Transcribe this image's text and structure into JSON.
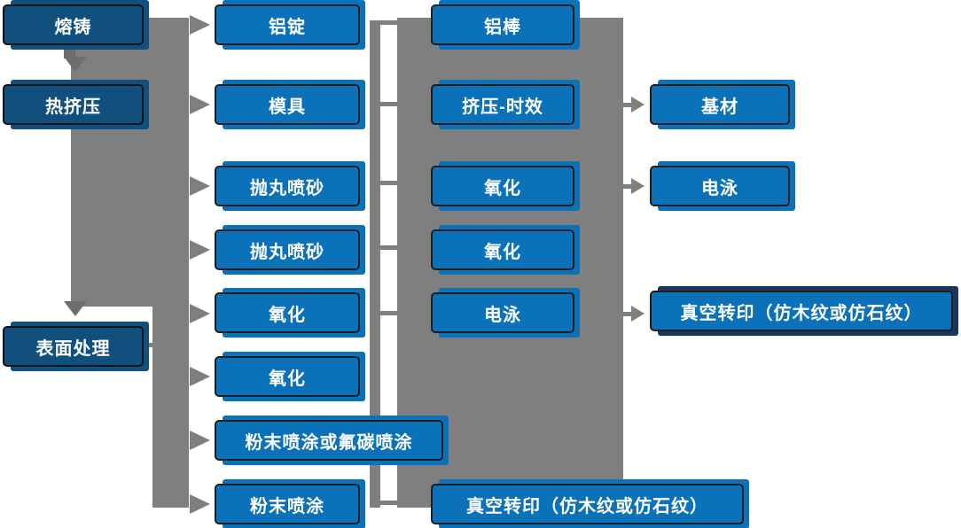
{
  "colors": {
    "box_light_blue": "#0b72b9",
    "box_dark_blue": "#11507e",
    "navy_shadow": "#17375d",
    "connector_gray": "#7f7f7f",
    "box_border": "#1e1e1e",
    "box_text": "#ffffff",
    "background": "#ffffff"
  },
  "nodes": {
    "melting_casting": {
      "label": "熔铸"
    },
    "hot_extrusion": {
      "label": "热挤压"
    },
    "surface_treatment": {
      "label": "表面处理"
    },
    "aluminum_ingot": {
      "label": "铝锭"
    },
    "mold": {
      "label": "模具"
    },
    "shot_blasting_1": {
      "label": "抛丸喷砂"
    },
    "shot_blasting_2": {
      "label": "抛丸喷砂"
    },
    "oxidation_1": {
      "label": "氧化"
    },
    "oxidation_2": {
      "label": "氧化"
    },
    "powder_or_fluorocarbon_coating": {
      "label": "粉末喷涂或氟碳喷涂"
    },
    "powder_coating": {
      "label": "粉末喷涂"
    },
    "aluminum_rod": {
      "label": "铝棒"
    },
    "extrusion_aging": {
      "label": "挤压-时效"
    },
    "oxidation_3": {
      "label": "氧化"
    },
    "oxidation_4": {
      "label": "氧化"
    },
    "electrophoresis_1": {
      "label": "电泳"
    },
    "vacuum_transfer_bottom": {
      "label": "真空转印（仿木纹或仿石纹）"
    },
    "base_material": {
      "label": "基材"
    },
    "electrophoresis_2": {
      "label": "电泳"
    },
    "vacuum_transfer_right": {
      "label": "真空转印（仿木纹或仿石纹）"
    }
  }
}
